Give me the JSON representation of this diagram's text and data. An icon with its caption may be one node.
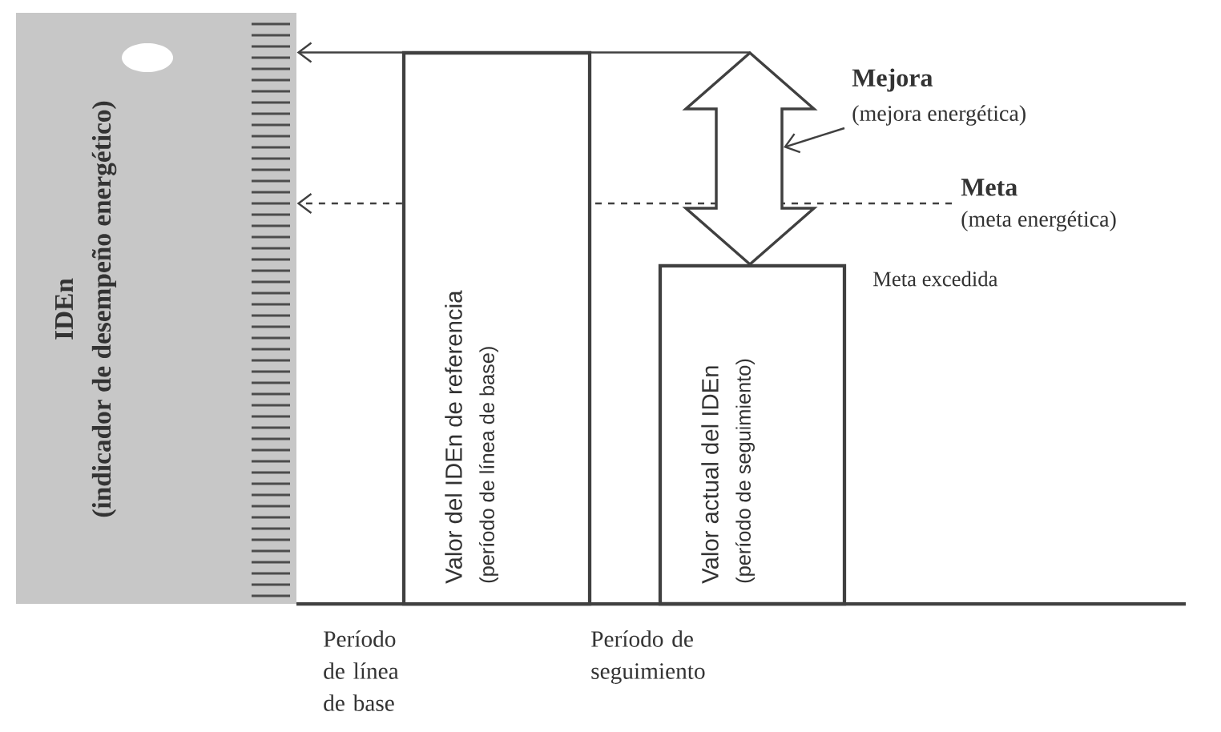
{
  "diagram": {
    "nodes": [
      {
        "text": [
          "IDEn",
          "(indicador de desempeño energético)"
        ]
      },
      {
        "text": [
          "Valor del IDEn de referencia",
          "(período de línea de base)"
        ]
      },
      {
        "text": [
          "Valor actual del IDEn",
          "(período de seguimiento)"
        ],
        "beside": [
          "Meta excedida"
        ]
      },
      {
        "text": [],
        "shape": "arrow"
      },
      {
        "text": [
          "Mejora",
          "(mejora energética)"
        ]
      },
      {
        "text": [
          "Meta",
          "(meta energética)"
        ]
      }
    ],
    "edges": [
      {
        "from": 3,
        "to": 0,
        "arrow": "to"
      },
      {
        "from": 5,
        "to": 3,
        "arrow": "none",
        "style": "dashed"
      },
      {
        "from": 3,
        "to": 1,
        "arrow": "none",
        "style": "dashed"
      },
      {
        "from": 1,
        "to": 0,
        "arrow": "to",
        "style": "dashed"
      },
      {
        "from": 4,
        "to": 3,
        "arrow": "to"
      }
    ],
    "labels": [
      "Período de línea de base",
      "Período de seguimiento"
    ]
  }
}
